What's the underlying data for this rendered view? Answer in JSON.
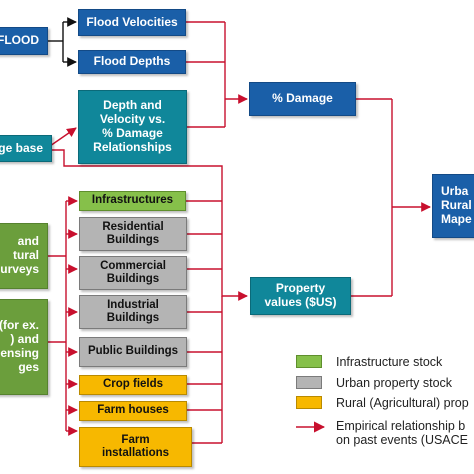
{
  "colors": {
    "blue": "#1a5fa8",
    "teal": "#10879a",
    "olive": "#6b9e3c",
    "green": "#86c04a",
    "gray": "#b4b4b4",
    "yellow": "#f7b800",
    "arrow_red": "#c8102e",
    "arrow_black": "#111111"
  },
  "nodes": {
    "flood": "FLOOD",
    "flood_velocities": "Flood Velocities",
    "flood_depths": "Flood Depths",
    "damage_base": "ge base",
    "depth_velocity_rel": "Depth and\nVelocity vs.\n% Damage\nRelationships",
    "pct_damage": "% Damage",
    "surveys_source": "and\ntural\nsurveys",
    "remote_source": "(for ex.\n) and\nsensing\nges",
    "infrastructures": "Infrastructures",
    "residential": "Residential\nBuildings",
    "commercial": "Commercial\nBuildings",
    "industrial": "Industrial\nBuildings",
    "public": "Public Buildings",
    "crop_fields": "Crop fields",
    "farm_houses": "Farm houses",
    "farm_installations": "Farm\ninstallations",
    "property_values": "Property\nvalues ($US)",
    "output_map": "Urba\nRural\nMape"
  },
  "legend": {
    "infrastructure": "Infrastructure stock",
    "urban": "Urban property stock",
    "rural": "Rural (Agricultural) prop",
    "relationship": "Empirical relationship b\non past events (USACE"
  }
}
